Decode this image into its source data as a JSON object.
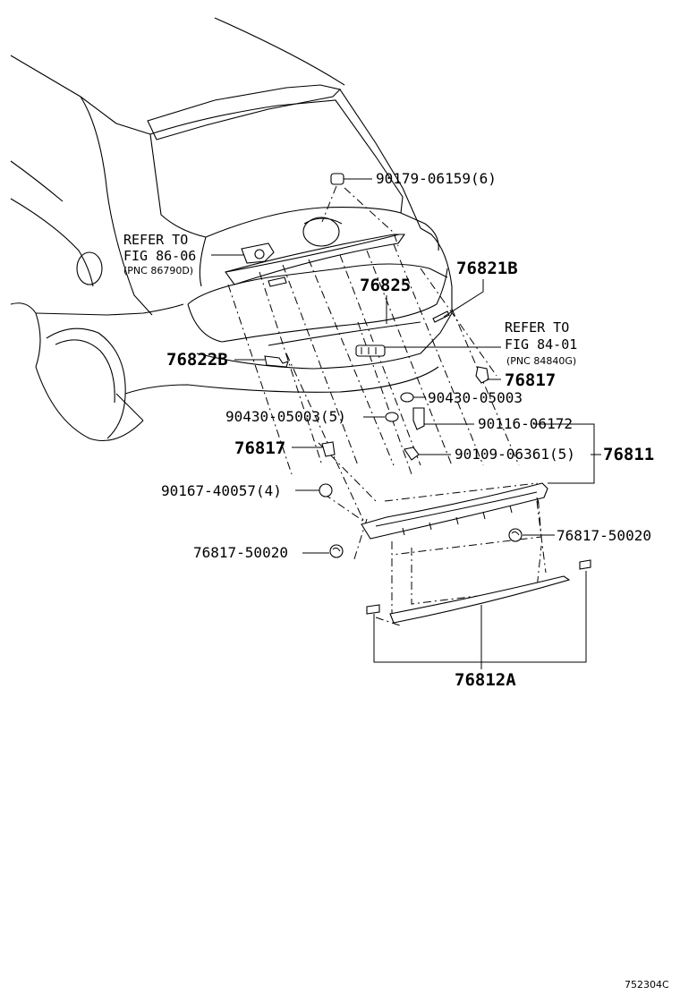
{
  "labels": {
    "clip_top": "90179-06159(6)",
    "refer_86_line1": "REFER TO",
    "refer_86_line2": "FIG 86-06",
    "refer_86_pnc": "(PNC 86790D)",
    "part_76821B": "76821B",
    "part_76825": "76825",
    "refer_84_line1": "REFER TO",
    "refer_84_line2": "FIG 84-01",
    "refer_84_pnc": "(PNC 84840G)",
    "part_76822B": "76822B",
    "part_76817_right": "76817",
    "washer_right": "90430-05003",
    "washer_left": "90430-05003(5)",
    "bolt_90116": "90116-06172",
    "part_76817_left": "76817",
    "screw_90109": "90109-06361(5)",
    "part_76811": "76811",
    "nut_90167": "90167-40057(4)",
    "cap_left": "76817-50020",
    "cap_right": "76817-50020",
    "part_76812A": "76812A",
    "figure_id": "752304C"
  }
}
